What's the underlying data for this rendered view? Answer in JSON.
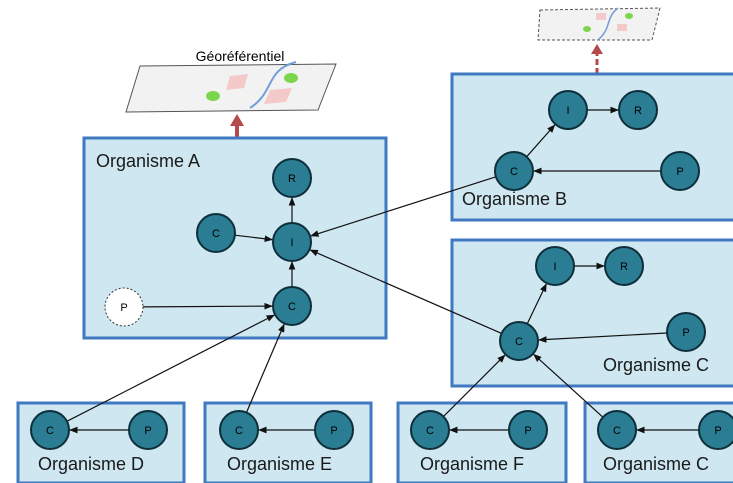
{
  "geo_title": "Géoréférentiel",
  "colors": {
    "box_fill": "#cfe7f0",
    "box_stroke": "#3f79c2",
    "node_fill": "#2b7d93",
    "node_stroke": "#0d2f3a",
    "edge": "#111111",
    "up_arrow": "#b44a4a",
    "map_fill": "#f2f2f2",
    "map_green": "#7cd64b",
    "map_pink": "#f4c9c9",
    "map_river": "#6f9fd6"
  },
  "organisms": [
    {
      "id": "A",
      "label": "Organisme A"
    },
    {
      "id": "B",
      "label": "Organisme B"
    },
    {
      "id": "G1",
      "label": "Organisme C"
    },
    {
      "id": "D",
      "label": "Organisme D"
    },
    {
      "id": "E",
      "label": "Organisme E"
    },
    {
      "id": "F",
      "label": "Organisme F"
    },
    {
      "id": "G2",
      "label": "Organisme C"
    }
  ],
  "nodes": [
    {
      "id": "A_R",
      "label": "R"
    },
    {
      "id": "A_C1",
      "label": "C"
    },
    {
      "id": "A_I",
      "label": "I"
    },
    {
      "id": "A_P",
      "label": "P",
      "style": "dotted"
    },
    {
      "id": "A_C2",
      "label": "C"
    },
    {
      "id": "B_I",
      "label": "I"
    },
    {
      "id": "B_R",
      "label": "R"
    },
    {
      "id": "B_C",
      "label": "C"
    },
    {
      "id": "B_P",
      "label": "P"
    },
    {
      "id": "G_I",
      "label": "I"
    },
    {
      "id": "G_R",
      "label": "R"
    },
    {
      "id": "G_C",
      "label": "C"
    },
    {
      "id": "G_P",
      "label": "P"
    },
    {
      "id": "D_C",
      "label": "C"
    },
    {
      "id": "D_P",
      "label": "P"
    },
    {
      "id": "E_C",
      "label": "C"
    },
    {
      "id": "E_P",
      "label": "P"
    },
    {
      "id": "F_C",
      "label": "C"
    },
    {
      "id": "F_P",
      "label": "P"
    },
    {
      "id": "H_C",
      "label": "C"
    },
    {
      "id": "H_P",
      "label": "P"
    }
  ],
  "edges": [
    {
      "from": "A_I",
      "to": "A_R"
    },
    {
      "from": "A_C1",
      "to": "A_I"
    },
    {
      "from": "A_C2",
      "to": "A_I"
    },
    {
      "from": "A_P",
      "to": "A_C2"
    },
    {
      "from": "B_I",
      "to": "B_R"
    },
    {
      "from": "B_C",
      "to": "B_I"
    },
    {
      "from": "B_P",
      "to": "B_C"
    },
    {
      "from": "B_C",
      "to": "A_I"
    },
    {
      "from": "G_I",
      "to": "G_R"
    },
    {
      "from": "G_C",
      "to": "G_I"
    },
    {
      "from": "G_P",
      "to": "G_C"
    },
    {
      "from": "G_C",
      "to": "A_I"
    },
    {
      "from": "D_P",
      "to": "D_C"
    },
    {
      "from": "E_P",
      "to": "E_C"
    },
    {
      "from": "F_P",
      "to": "F_C"
    },
    {
      "from": "H_P",
      "to": "H_C"
    },
    {
      "from": "D_C",
      "to": "A_C2"
    },
    {
      "from": "E_C",
      "to": "A_C2"
    },
    {
      "from": "F_C",
      "to": "G_C"
    },
    {
      "from": "H_C",
      "to": "G_C"
    }
  ]
}
